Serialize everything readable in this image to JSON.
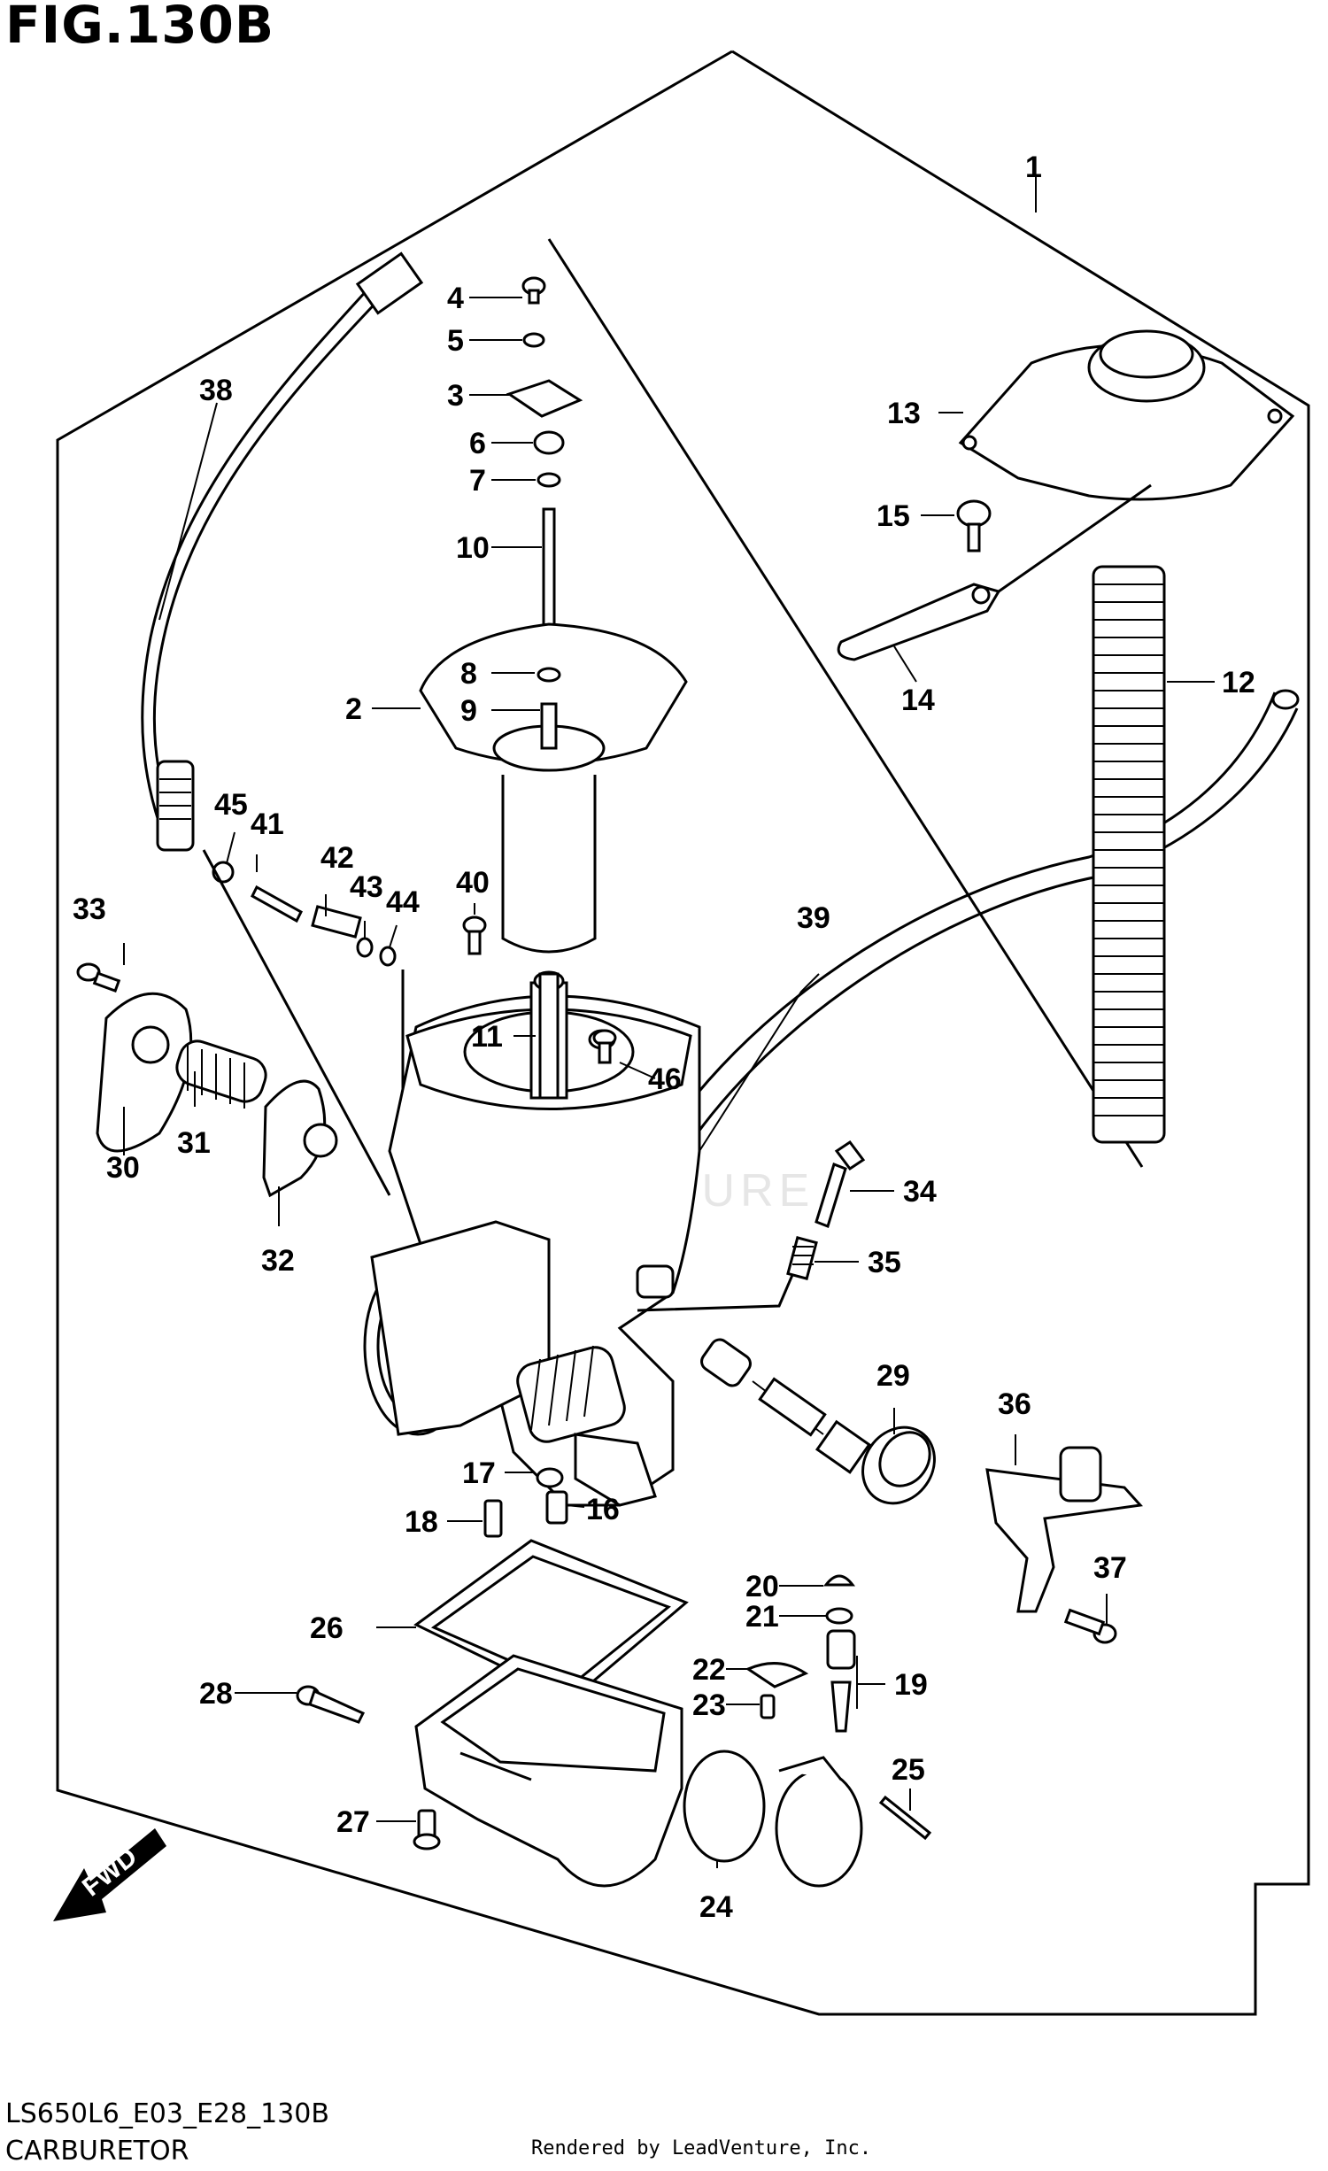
{
  "figure": {
    "title": "FIG.130B",
    "code": "LS650L6_E03_E28_130B",
    "subtitle": "CARBURETOR",
    "credit": "Rendered by LeadVenture, Inc.",
    "fwd": "FWD",
    "watermark": "LEADVENTURE"
  },
  "callouts": [
    "1",
    "2",
    "3",
    "4",
    "5",
    "6",
    "7",
    "8",
    "9",
    "10",
    "11",
    "12",
    "13",
    "14",
    "15",
    "16",
    "17",
    "18",
    "19",
    "20",
    "21",
    "22",
    "23",
    "24",
    "25",
    "26",
    "27",
    "28",
    "29",
    "30",
    "31",
    "32",
    "33",
    "34",
    "35",
    "36",
    "37",
    "38",
    "39",
    "40",
    "41",
    "42",
    "43",
    "44",
    "45",
    "46"
  ]
}
